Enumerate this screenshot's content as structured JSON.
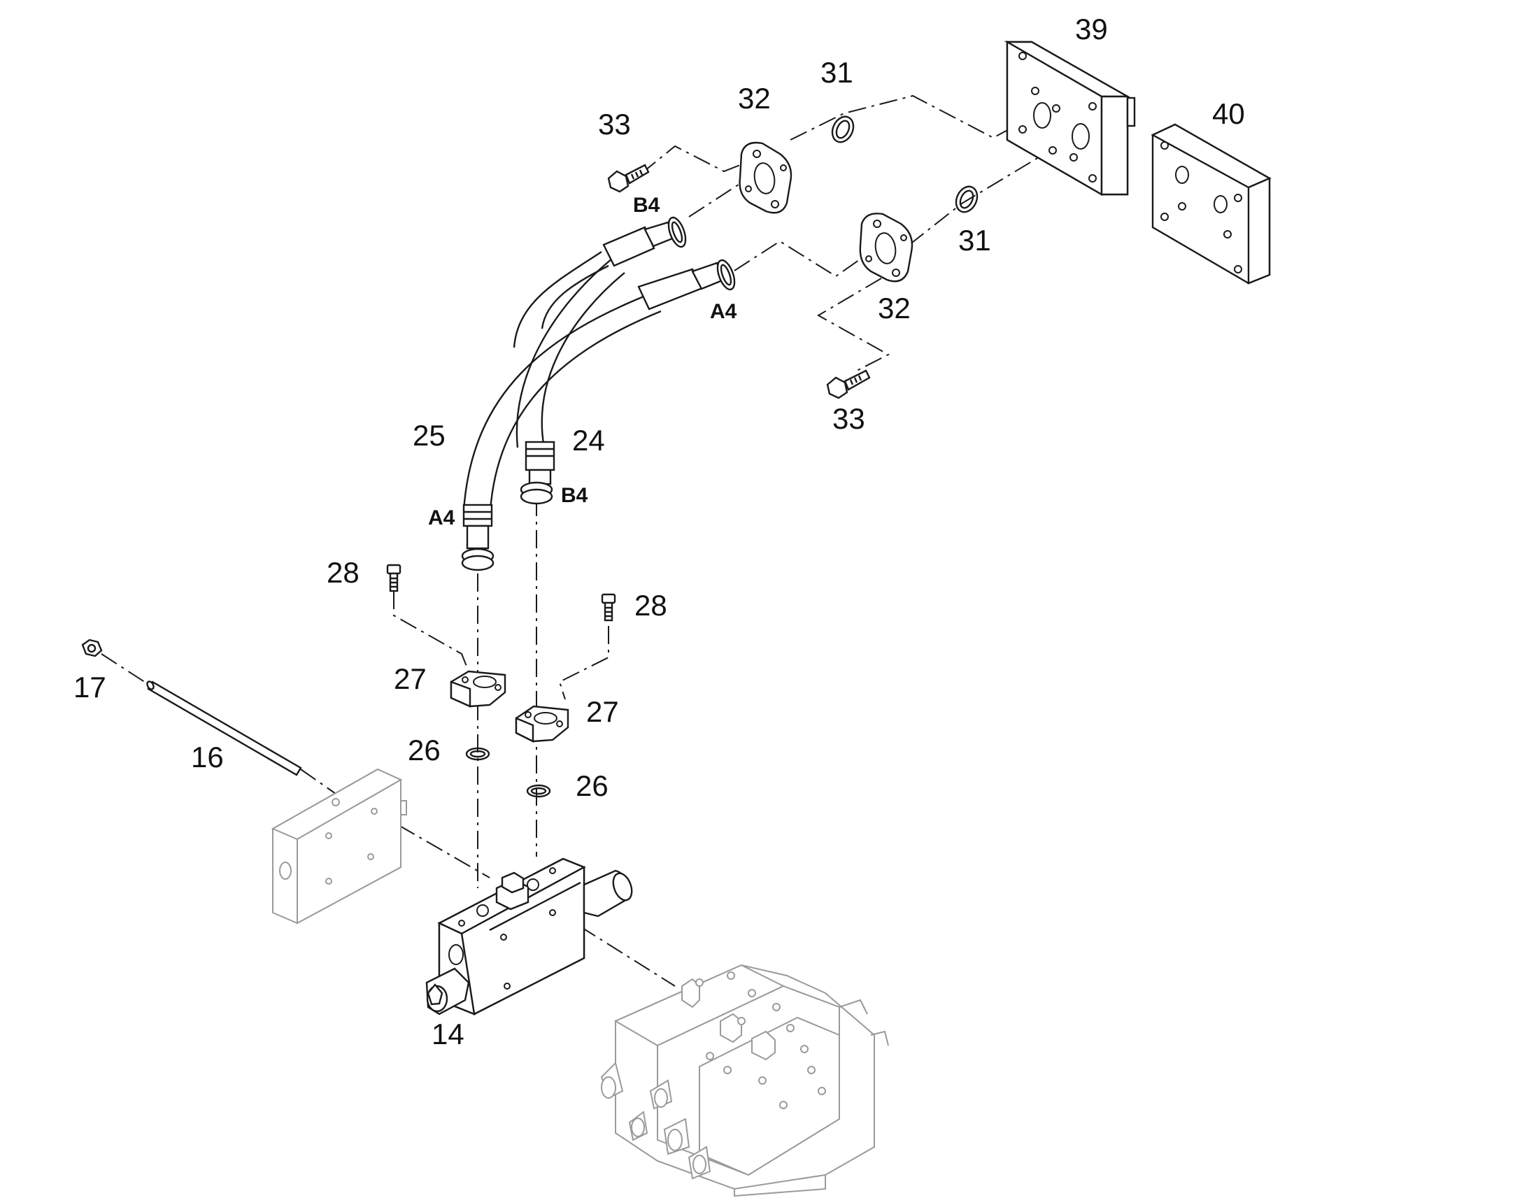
{
  "parts": {
    "p39": "39",
    "p40": "40",
    "p31a": "31",
    "p31b": "31",
    "p32a": "32",
    "p32b": "32",
    "p33a": "33",
    "p33b": "33",
    "p25": "25",
    "p24": "24",
    "p28a": "28",
    "p28b": "28",
    "p27a": "27",
    "p27b": "27",
    "p26a": "26",
    "p26b": "26",
    "p17": "17",
    "p16": "16",
    "p14": "14"
  },
  "ports": {
    "b4_top": "B4",
    "a4_top": "A4",
    "a4_bottom": "A4",
    "b4_bottom": "B4"
  }
}
